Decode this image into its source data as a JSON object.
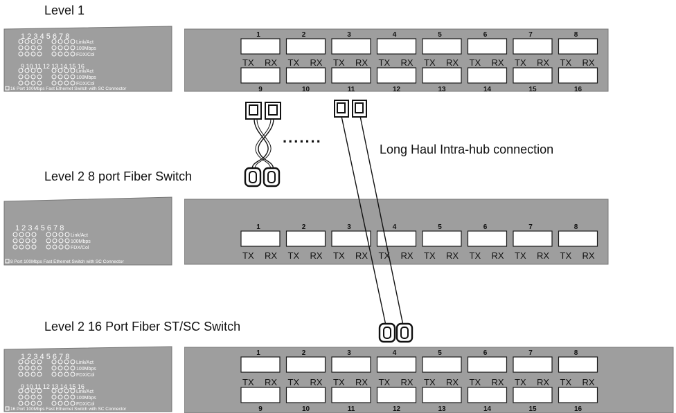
{
  "labels": {
    "level1": "Level 1",
    "level2_8": "Level 2 8 port Fiber Switch",
    "level2_16": "Level 2 16 Port Fiber ST/SC Switch",
    "long_haul": "Long Haul Intra-hub connection",
    "dots": "......."
  },
  "front_panel": {
    "led_labels": [
      "Link/Act",
      "100Mbps",
      "FDX/Col"
    ],
    "numbers_top": "1 2 3 4   5 6 7 8",
    "numbers_bottom": "9 10 11 12   13 14 15 16",
    "caption_16": "16 Port 100Mbps Fast Ethernet Switch with SC Connector",
    "caption_8": "8 Port 100Mbps Fast Ethernet Switch with SC Connector"
  },
  "ports": {
    "top_row": [
      "1",
      "2",
      "3",
      "4",
      "5",
      "6",
      "7",
      "8"
    ],
    "bottom_row": [
      "9",
      "10",
      "11",
      "12",
      "13",
      "14",
      "15",
      "16"
    ],
    "tx": "TX",
    "rx": "RX"
  }
}
